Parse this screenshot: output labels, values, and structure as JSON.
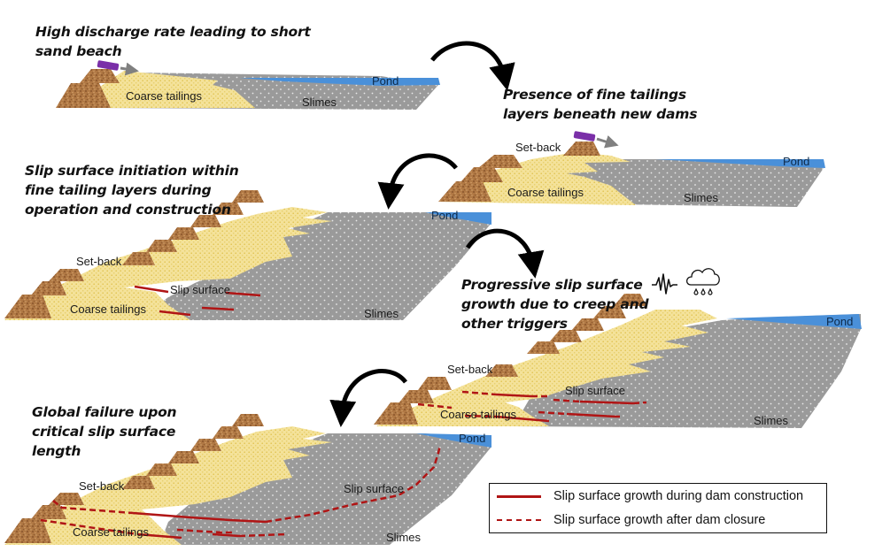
{
  "figure": {
    "colors": {
      "dam": "#a86d3c",
      "dam_dark": "#7e4b24",
      "coarse_tailings": "#f4e29a",
      "slimes": "#9a9a9a",
      "pond": "#4a90d9",
      "slip_surface": "#b01515",
      "arrow": "#000000",
      "spigot": "#7a2fa8"
    },
    "stages": [
      {
        "id": "stage-1",
        "title": "High discharge rate leading to short\nsand beach",
        "labels": {
          "coarse": "Coarse tailings",
          "slimes": "Slimes",
          "pond": "Pond"
        }
      },
      {
        "id": "stage-2",
        "title": "Presence of fine tailings\nlayers beneath new dams",
        "labels": {
          "setback": "Set-back",
          "coarse": "Coarse tailings",
          "slimes": "Slimes",
          "pond": "Pond"
        }
      },
      {
        "id": "stage-3",
        "title": "Slip surface initiation within\nfine tailing layers during\noperation and construction",
        "labels": {
          "setback": "Set-back",
          "slip": "Slip surface",
          "coarse": "Coarse tailings",
          "slimes": "Slimes",
          "pond": "Pond"
        }
      },
      {
        "id": "stage-4",
        "title": "Progressive slip surface\ngrowth due to creep and\nother triggers",
        "labels": {
          "setback": "Set-back",
          "slip": "Slip surface",
          "coarse": "Coarse tailings",
          "slimes": "Slimes",
          "pond": "Pond"
        },
        "trigger_icons": [
          "seismic-wave-icon",
          "rain-cloud-icon"
        ]
      },
      {
        "id": "stage-5",
        "title": "Global failure upon\ncritical slip surface\nlength",
        "labels": {
          "setback": "Set-back",
          "slip": "Slip surface",
          "coarse": "Coarse tailings",
          "slimes": "Slimes",
          "pond": "Pond"
        }
      }
    ],
    "legend": [
      {
        "style": "solid",
        "label": "Slip surface growth during dam construction"
      },
      {
        "style": "dashed",
        "label": "Slip surface growth after dam closure"
      }
    ]
  }
}
